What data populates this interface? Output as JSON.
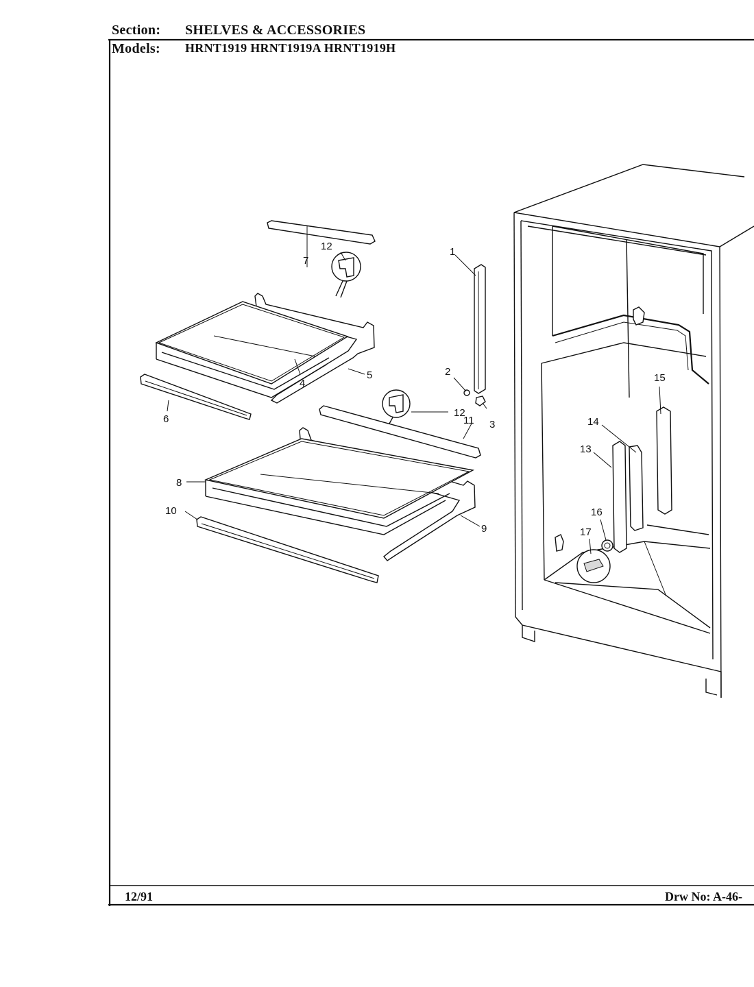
{
  "header": {
    "section_label": "Section:",
    "section_title": "SHELVES & ACCESSORIES",
    "models_label": "Models:",
    "models": "HRNT1919   HRNT1919A   HRNT1919H"
  },
  "footer": {
    "date": "12/91",
    "drawing_number": "Drw No: A-46-"
  },
  "callouts": [
    {
      "id": "c1",
      "text": "1"
    },
    {
      "id": "c2",
      "text": "2"
    },
    {
      "id": "c3",
      "text": "3"
    },
    {
      "id": "c4",
      "text": "4"
    },
    {
      "id": "c5",
      "text": "5"
    },
    {
      "id": "c6",
      "text": "6"
    },
    {
      "id": "c7",
      "text": "7"
    },
    {
      "id": "c8",
      "text": "8"
    },
    {
      "id": "c9",
      "text": "9"
    },
    {
      "id": "c10",
      "text": "10"
    },
    {
      "id": "c11",
      "text": "11"
    },
    {
      "id": "c12a",
      "text": "12"
    },
    {
      "id": "c12b",
      "text": "12"
    },
    {
      "id": "c13",
      "text": "13"
    },
    {
      "id": "c14",
      "text": "14"
    },
    {
      "id": "c15",
      "text": "15"
    },
    {
      "id": "c16",
      "text": "16"
    },
    {
      "id": "c17",
      "text": "17"
    }
  ]
}
